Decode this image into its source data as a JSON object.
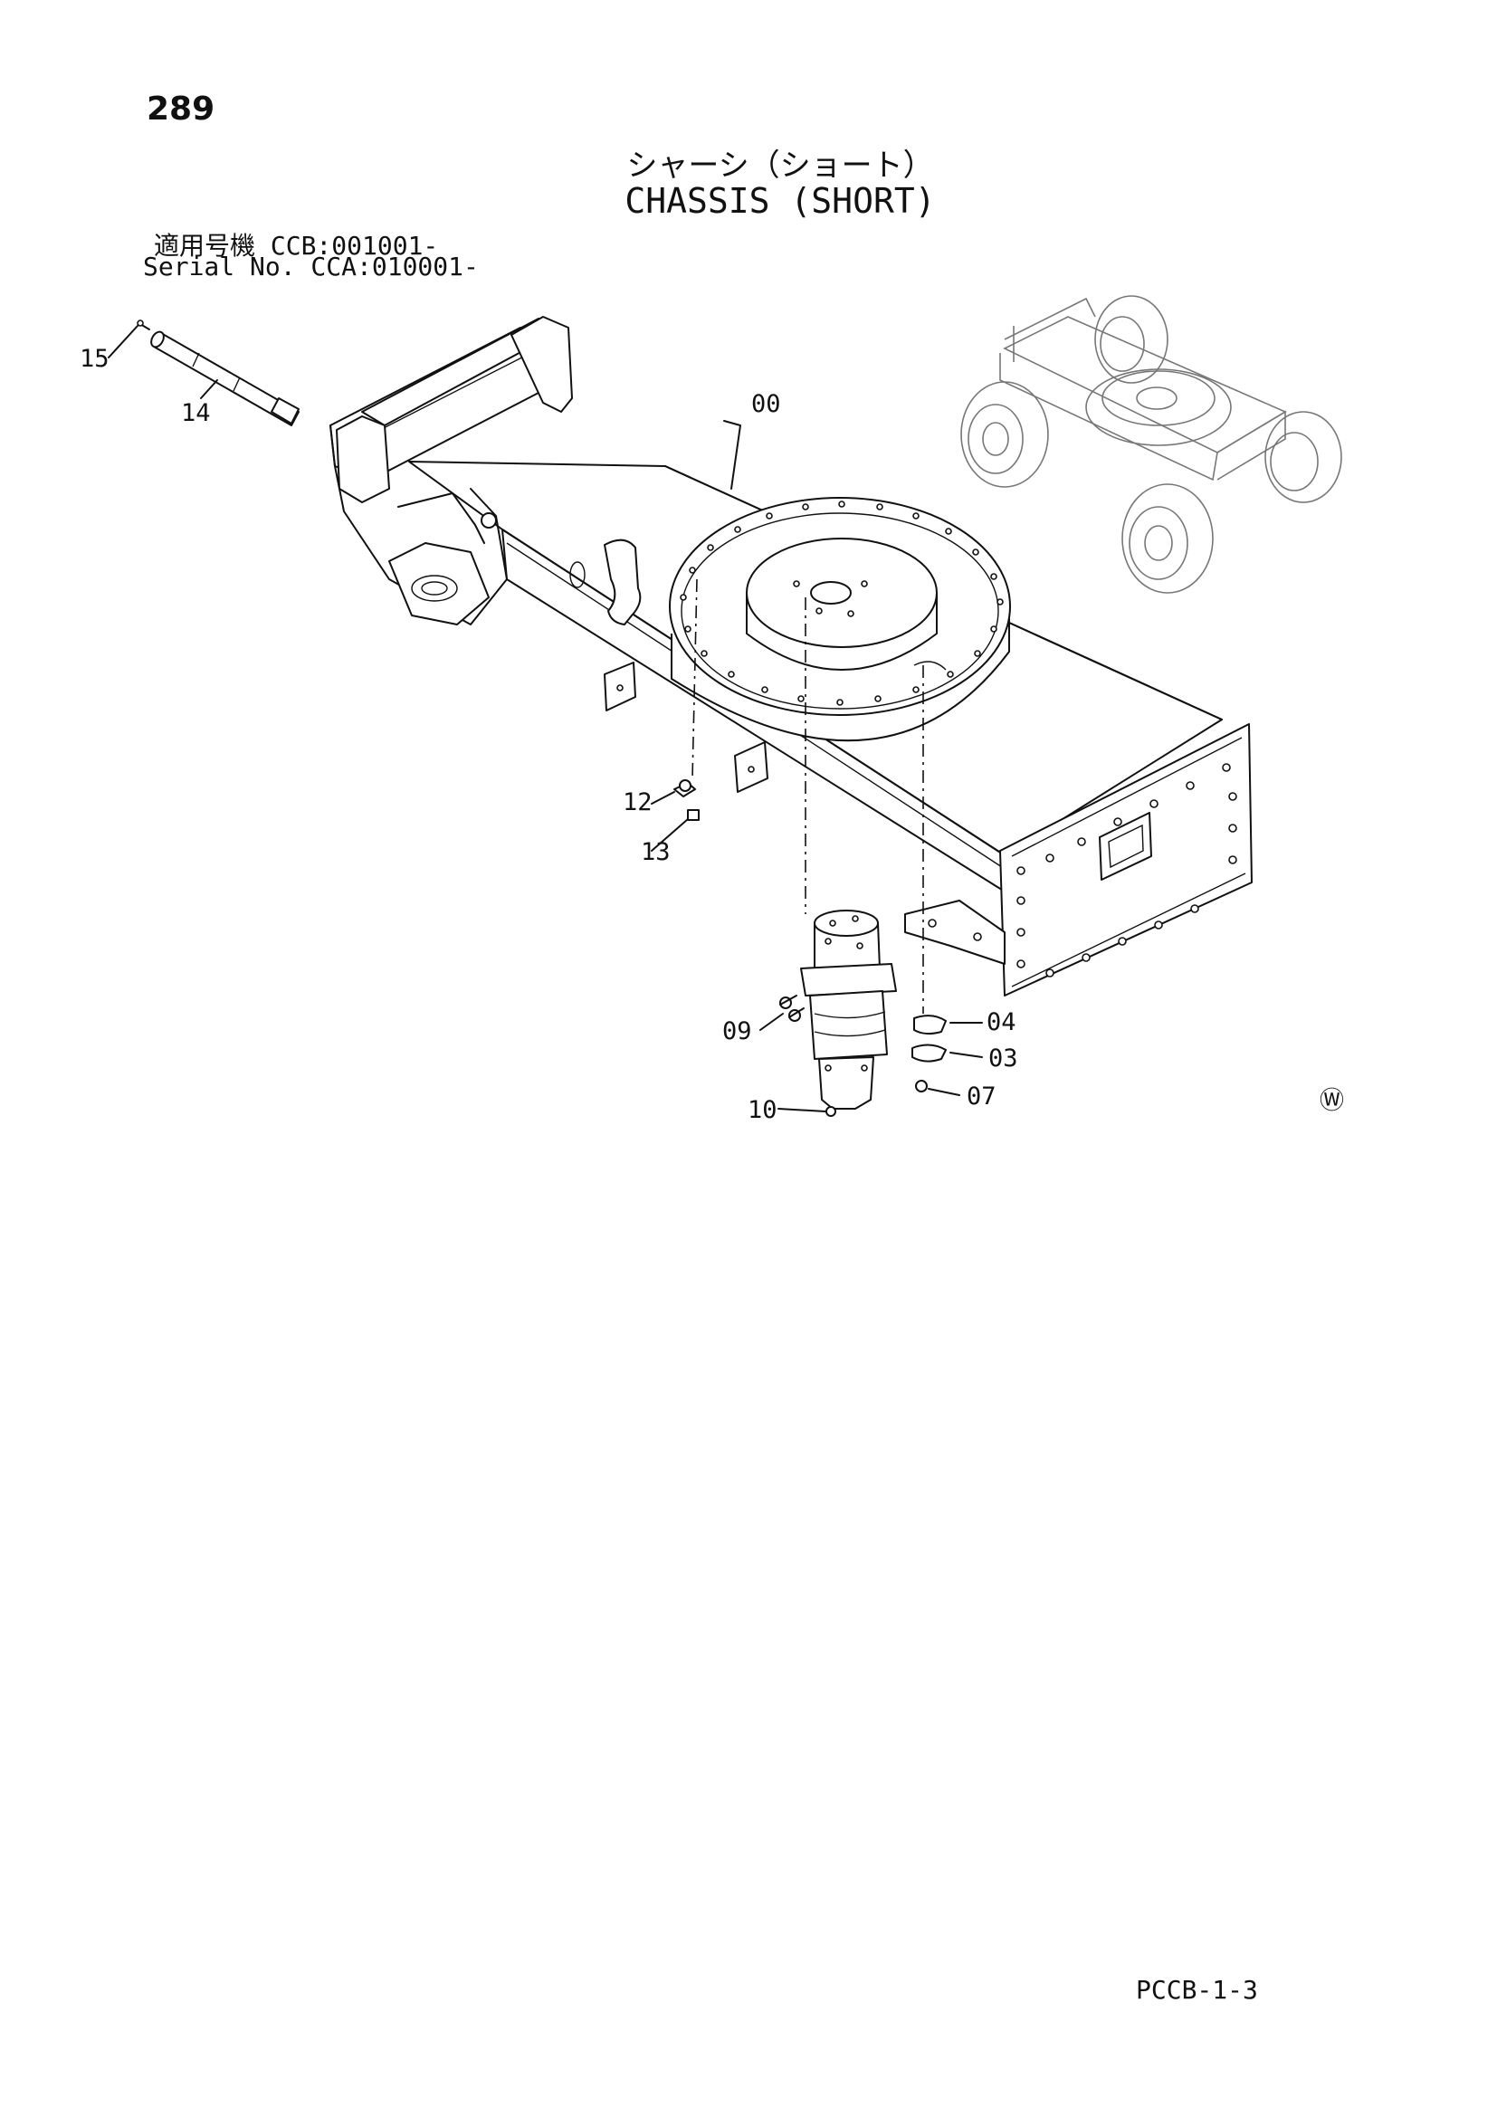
{
  "page": {
    "number": "289",
    "title_jp": "シャーシ（ショート）",
    "title_en": "CHASSIS (SHORT)",
    "serial_line_1": "適用号機 CCB:001001-",
    "serial_line_2": "Serial No. CCA:010001-",
    "footer_code": "PCCB-1-3",
    "watermark_symbol": "Ⓦ"
  },
  "callouts": [
    {
      "id": "15",
      "label": "15"
    },
    {
      "id": "14",
      "label": "14"
    },
    {
      "id": "00",
      "label": "00"
    },
    {
      "id": "12",
      "label": "12"
    },
    {
      "id": "13",
      "label": "13"
    },
    {
      "id": "09",
      "label": "09"
    },
    {
      "id": "04",
      "label": "04"
    },
    {
      "id": "03",
      "label": "03"
    },
    {
      "id": "07",
      "label": "07"
    },
    {
      "id": "10",
      "label": "10"
    }
  ]
}
